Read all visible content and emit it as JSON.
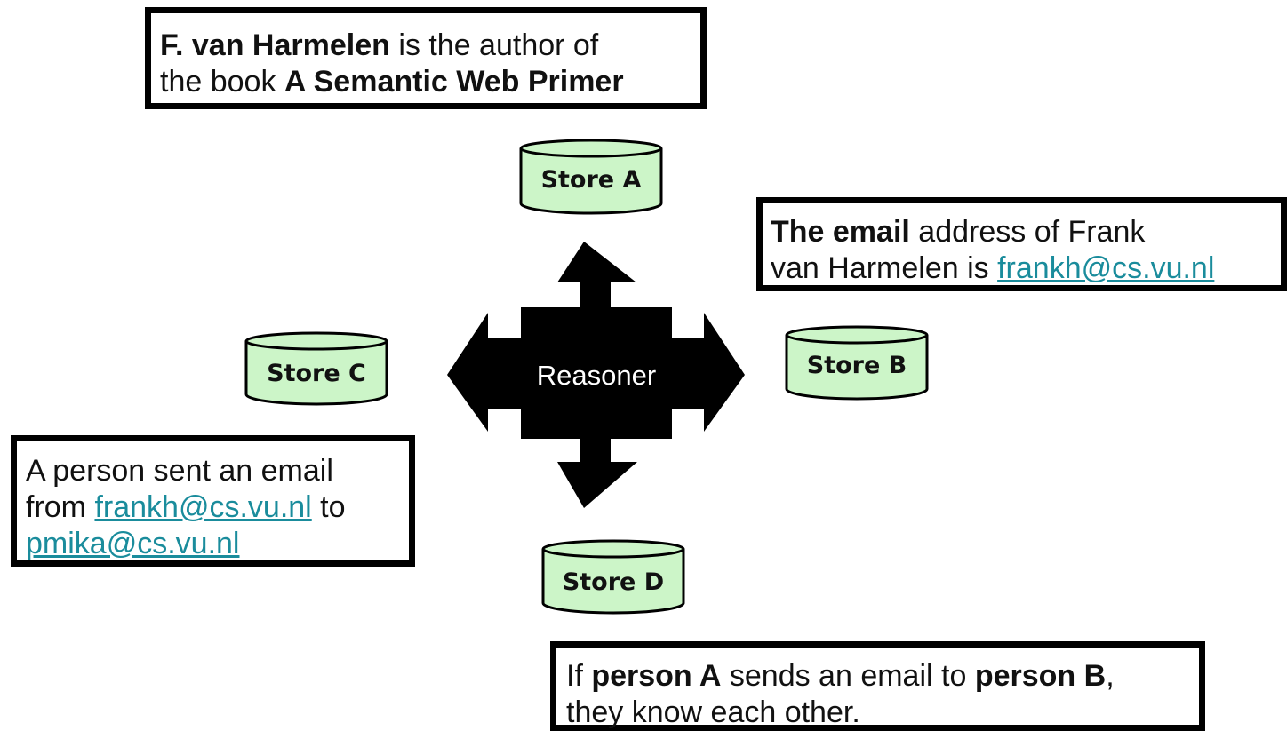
{
  "colors": {
    "store_fill": "#ccf5c8",
    "link": "#1a8c9c",
    "arrow": "#000000"
  },
  "box_author": {
    "part1": "F. van Harmelen",
    "part2": " is the author of",
    "part3": "the book ",
    "part4": "A Semantic Web Primer"
  },
  "box_email": {
    "part1": "The email",
    "part2": " address of Frank",
    "part3": "van Harmelen is ",
    "link": "frankh@cs.vu.nl"
  },
  "box_sent": {
    "line1": "A person sent an email",
    "part2": "from ",
    "link1": "frankh@cs.vu.nl",
    "part3": " to",
    "link2": "pmika@cs.vu.nl"
  },
  "box_rule": {
    "part1": "If ",
    "part2": "person A",
    "part3": " sends an email to ",
    "part4": "person B",
    "part5": ",",
    "line2": "they know each other."
  },
  "stores": {
    "a": "Store A",
    "b": "Store B",
    "c": "Store C",
    "d": "Store D"
  },
  "reasoner": {
    "label": "Reasoner"
  }
}
